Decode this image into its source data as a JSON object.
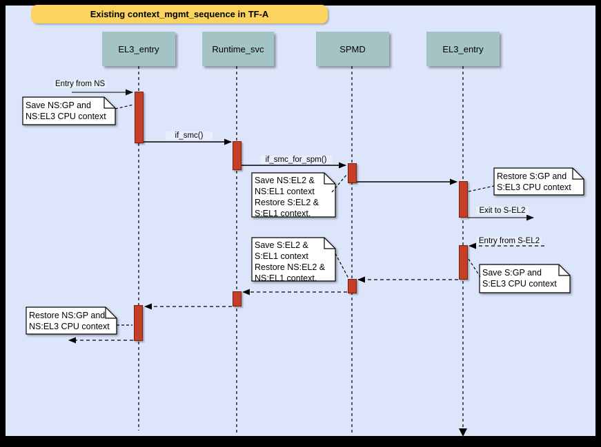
{
  "title": "Existing context_mgmt_sequence in TF-A",
  "lifelines": [
    {
      "label": "EL3_entry"
    },
    {
      "label": "Runtime_svc"
    },
    {
      "label": "SPMD"
    },
    {
      "label": "EL3_entry"
    }
  ],
  "messages": {
    "entry_from_ns": "Entry from NS",
    "if_smc": "if_smc()",
    "if_smc_for_spm": "if_smc_for_spm()",
    "exit_to_s_el2": "Exit to S-EL2",
    "entry_from_s_el2": "Entry from S-EL2"
  },
  "notes": {
    "save_ns_ctx": "Save NS:GP and\nNS:EL3 CPU context",
    "save_ns_el2": "Save NS:EL2 &\nNS:EL1 context\nRestore S:EL2 &\nS:EL1 context.",
    "restore_s_ctx": "Restore S:GP and\nS:EL3 CPU context",
    "save_s_el2": "Save S:EL2 &\nS:EL1 context\nRestore NS:EL2 &\nNS:EL1 context.",
    "save_s_ctx": "Save S:GP and\nS:EL3 CPU context",
    "restore_ns_ctx": "Restore NS:GP and\nNS:EL3 CPU context"
  },
  "colors": {
    "background": "#dce5fa",
    "frame": "#000000",
    "title_fill": "#fcd35f",
    "lifeline_header_fill": "#a3c3c5",
    "activation_fill": "#c43e28",
    "activation_border": "#7c1d12",
    "note_fill": "#ffffff",
    "message_line": "#000000",
    "gray_line": "#4d4d4d"
  }
}
